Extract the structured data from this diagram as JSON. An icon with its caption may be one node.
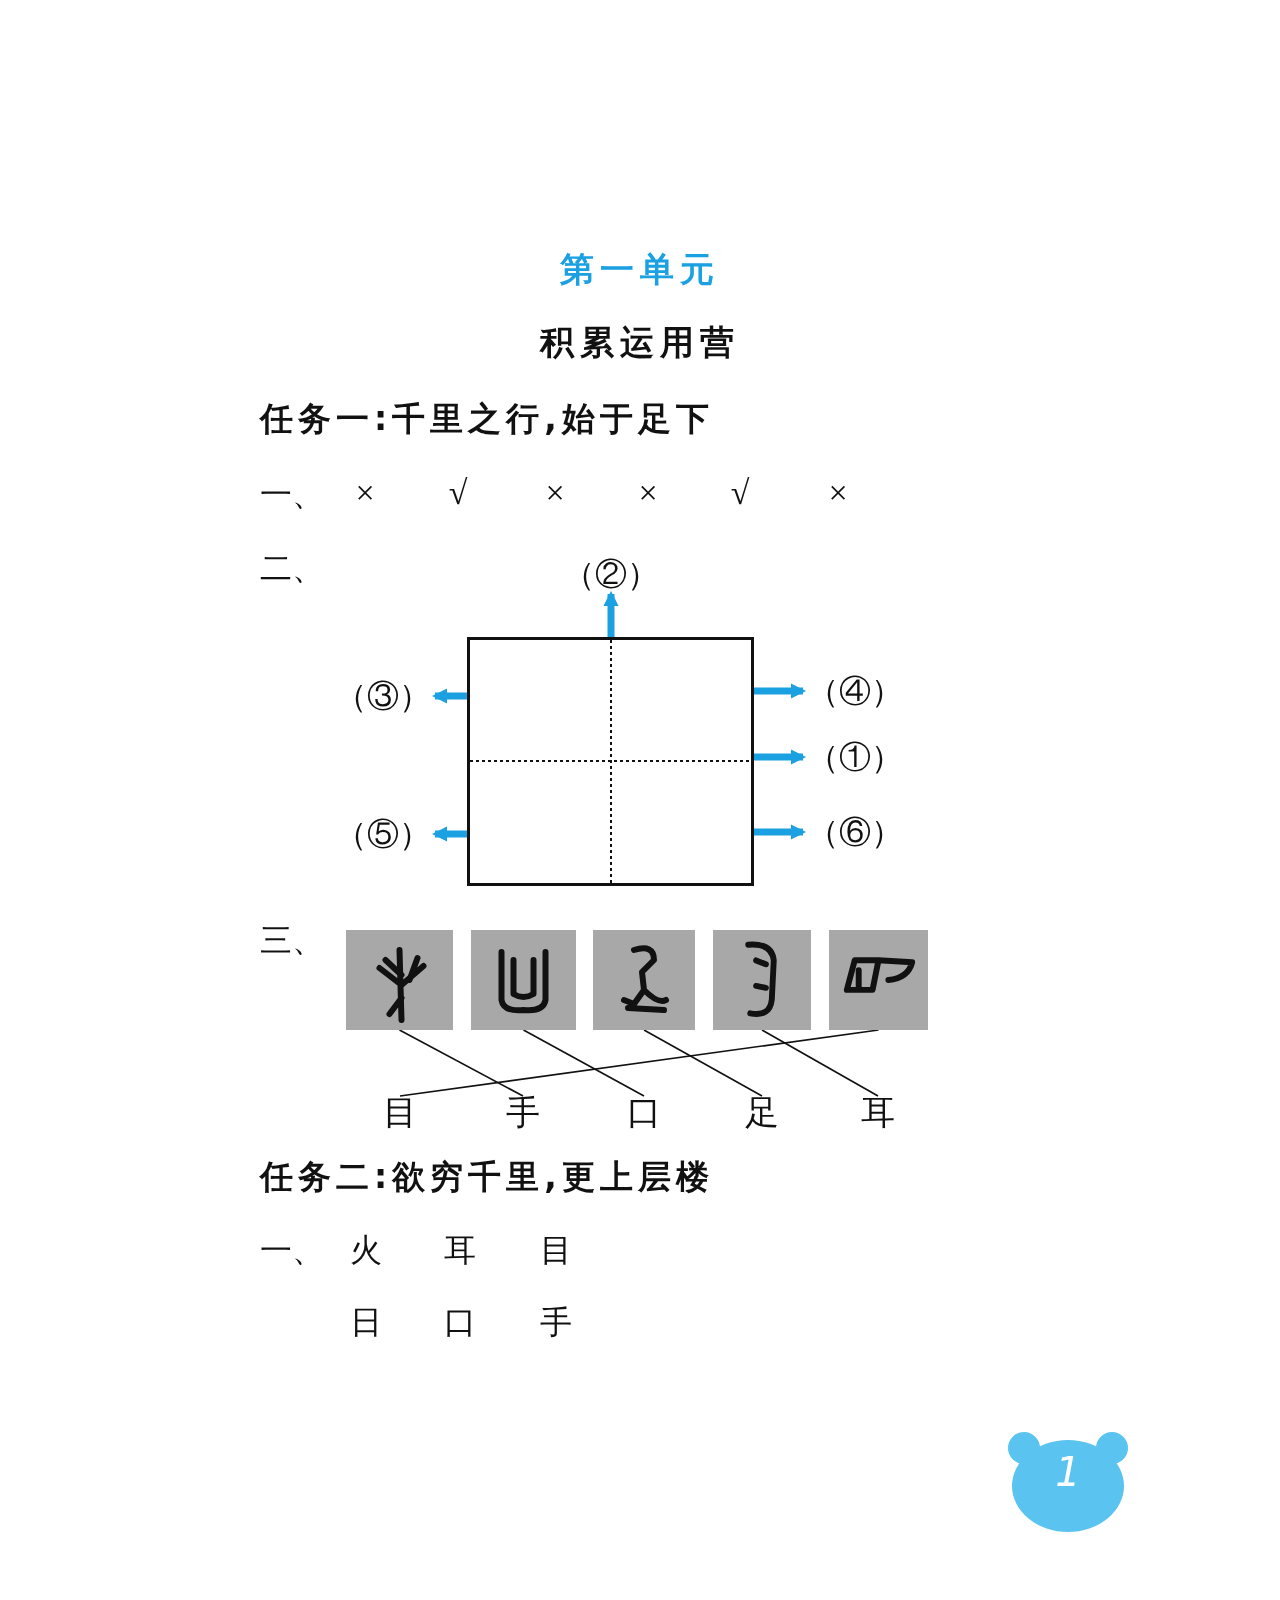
{
  "diagram": {
    "title": "第一单元",
    "nodes": [
      {
        "text": [],
        "shape": "box"
      },
      {
        "text": [
          "（②）"
        ]
      },
      {
        "text": [
          "（③）"
        ]
      },
      {
        "text": [
          "（④）"
        ]
      },
      {
        "text": [
          "（①）"
        ]
      },
      {
        "text": [
          "（⑤）"
        ]
      },
      {
        "text": [
          "（⑥）"
        ]
      },
      {
        "text": [],
        "shape": "picture"
      },
      {
        "text": [],
        "shape": "picture"
      },
      {
        "text": [],
        "shape": "picture"
      },
      {
        "text": [],
        "shape": "picture"
      },
      {
        "text": [],
        "shape": "picture"
      },
      {
        "text": [
          "目"
        ]
      },
      {
        "text": [
          "手"
        ]
      },
      {
        "text": [
          "口"
        ]
      },
      {
        "text": [
          "足"
        ]
      },
      {
        "text": [
          "耳"
        ]
      }
    ],
    "edges": [
      {
        "from": 0,
        "to": 1,
        "arrow": "to"
      },
      {
        "from": 0,
        "to": 2,
        "arrow": "to"
      },
      {
        "from": 0,
        "to": 3,
        "arrow": "to"
      },
      {
        "from": 0,
        "to": 4,
        "arrow": "to"
      },
      {
        "from": 0,
        "to": 5,
        "arrow": "to"
      },
      {
        "from": 0,
        "to": 6,
        "arrow": "to"
      },
      {
        "from": 7,
        "to": 13,
        "arrow": "none",
        "color": "#111111"
      },
      {
        "from": 8,
        "to": 14,
        "arrow": "none",
        "color": "#111111"
      },
      {
        "from": 9,
        "to": 15,
        "arrow": "none",
        "color": "#111111"
      },
      {
        "from": 10,
        "to": 16,
        "arrow": "none",
        "color": "#111111"
      },
      {
        "from": 11,
        "to": 12,
        "arrow": "none",
        "color": "#111111"
      }
    ],
    "labels": [
      "积累运用营",
      "任务一:千里之行,始于足下",
      "一、",
      "×",
      "√",
      "×",
      "×",
      "√",
      "×",
      "二、",
      "三、",
      "任务二:欲穷千里,更上层楼",
      "一、",
      "火",
      "耳",
      "目",
      "日",
      "口",
      "手",
      "1"
    ]
  }
}
